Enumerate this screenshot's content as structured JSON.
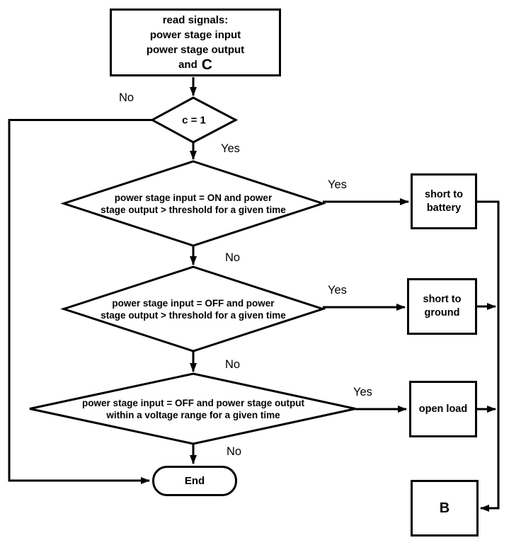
{
  "diagram": {
    "kind": "flowchart",
    "colors": {
      "line": "#000000",
      "fill": "#ffffff",
      "text": "#000000"
    }
  },
  "nodes": {
    "read_signals": {
      "line1": "read signals:",
      "line2": "power stage input",
      "line3": "power stage output",
      "line4_prefix": "and",
      "line4_big": "C"
    },
    "decision_c": {
      "label": "c = 1"
    },
    "decision_short_battery": {
      "line1": "power stage input = ON and power",
      "line2": "stage output > threshold for a given time"
    },
    "decision_short_ground": {
      "line1": "power stage input = OFF and power",
      "line2": "stage output > threshold for a given time"
    },
    "decision_open_load": {
      "line1": "power stage input = OFF and power stage output",
      "line2": "within a voltage range for a given time"
    },
    "short_to_battery": {
      "line1": "short to",
      "line2": "battery"
    },
    "short_to_ground": {
      "line1": "short to",
      "line2": "ground"
    },
    "open_load": {
      "label": "open load"
    },
    "end_node": {
      "label": "End"
    },
    "connector_b": {
      "label": "B"
    }
  },
  "edge_labels": {
    "c_no": "No",
    "c_yes": "Yes",
    "battery_yes": "Yes",
    "battery_no": "No",
    "ground_yes": "Yes",
    "ground_no": "No",
    "open_yes": "Yes",
    "open_no": "No"
  }
}
